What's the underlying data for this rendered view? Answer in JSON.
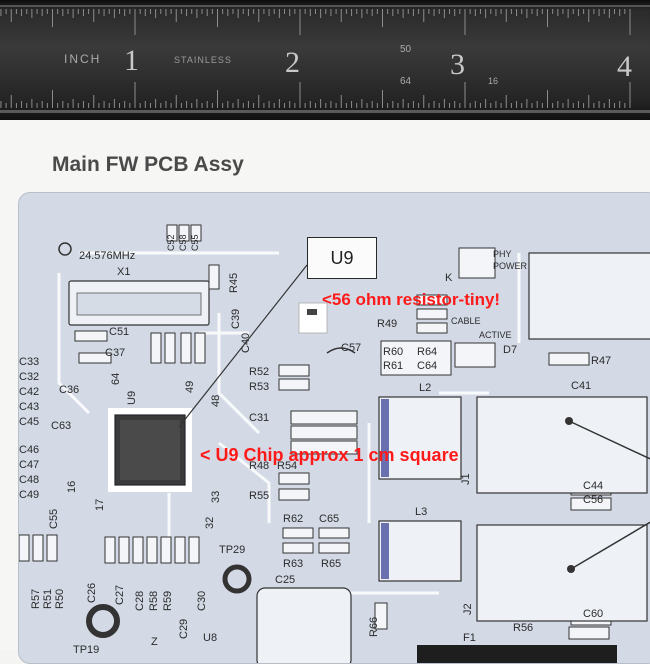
{
  "ruler": {
    "unit_label": "INCH",
    "brand_label": "STAINLESS",
    "numbers": [
      "1",
      "2",
      "3",
      "4"
    ],
    "small_labels": [
      "50",
      "64",
      "16"
    ]
  },
  "document": {
    "heading": "Main FW PCB Assy"
  },
  "board": {
    "u9_label": "U9",
    "crystal": {
      "freq": "24.576MHz",
      "ref": "X1"
    },
    "silkscreen": [
      "C52",
      "C58",
      "C55",
      "R45",
      "C51",
      "C37",
      "C36",
      "C39",
      "C40",
      "C33",
      "C32",
      "C42",
      "C43",
      "C45",
      "C63",
      "C46",
      "C47",
      "C48",
      "C49",
      "U9",
      "64",
      "49",
      "48",
      "33",
      "32",
      "17",
      "16",
      "R52",
      "R53",
      "C31",
      "R48",
      "R54",
      "R55",
      "R62",
      "C65",
      "R63",
      "R65",
      "C57",
      "R60",
      "R64",
      "R61",
      "C64",
      "R49",
      "L2",
      "L3",
      "D7",
      "PHY",
      "POWER",
      "CABLE",
      "ACTIVE",
      "K",
      "R47",
      "C41",
      "C44",
      "C56",
      "C60",
      "R56",
      "J1",
      "J2",
      "TP29",
      "C25",
      "U8",
      "R66",
      "F1",
      "C55",
      "R57",
      "R51",
      "R50",
      "C26",
      "C27",
      "C28",
      "R58",
      "R59",
      "C30",
      "C29",
      "Z",
      "TP19"
    ]
  },
  "annotations": {
    "resistor": "<56 ohm resistor-tiny!",
    "chip": "< U9 Chip approx 1 cm square"
  },
  "colors": {
    "annotation": "#ff1a1a",
    "board": "#d3dae6",
    "ruler": "#2c2c2c",
    "paper": "#f6f6f4"
  }
}
